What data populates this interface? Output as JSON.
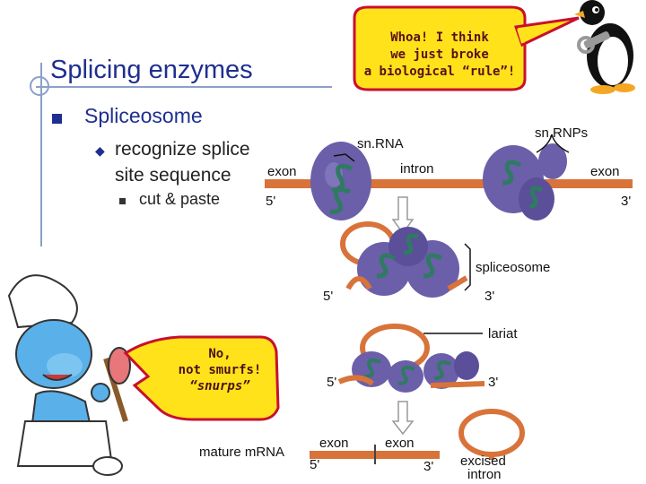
{
  "slide": {
    "title": "Splicing enzymes",
    "bullet1": "Spliceosome",
    "bullet2_line1": "recognize splice",
    "bullet2_line2": "site sequence",
    "bullet3": "cut & paste"
  },
  "speech_bubble": {
    "line1": "Whoa! I think",
    "line2": "we just broke",
    "line3": "a biological “rule”!"
  },
  "smurf_bubble": {
    "line1": "No,",
    "line2": "not smurfs!",
    "line3": "“snurps”"
  },
  "diagram": {
    "snrna": "sn.RNA",
    "snrnps": "sn.RNPs",
    "intron": "intron",
    "exon_left": "exon",
    "exon_right": "exon",
    "five_prime_1": "5'",
    "three_prime_1": "3'",
    "spliceosome": "spliceosome",
    "five_prime_2": "5'",
    "three_prime_2": "3'",
    "lariat": "lariat",
    "five_prime_3": "5'",
    "three_prime_3": "3'",
    "mature_mrna": "mature mRNA",
    "exon_bottom_left": "exon",
    "exon_bottom_right": "exon",
    "five_prime_4": "5'",
    "three_prime_4": "3'",
    "excised": "excised",
    "excised_intron": "intron"
  },
  "colors": {
    "title": "#1f2f8f",
    "mrna": "#d8733a",
    "snrnp": "#6a5fa8",
    "snrna": "#2f7a63",
    "bubble": "#ffe21a",
    "bubble_border": "#c8102e"
  }
}
